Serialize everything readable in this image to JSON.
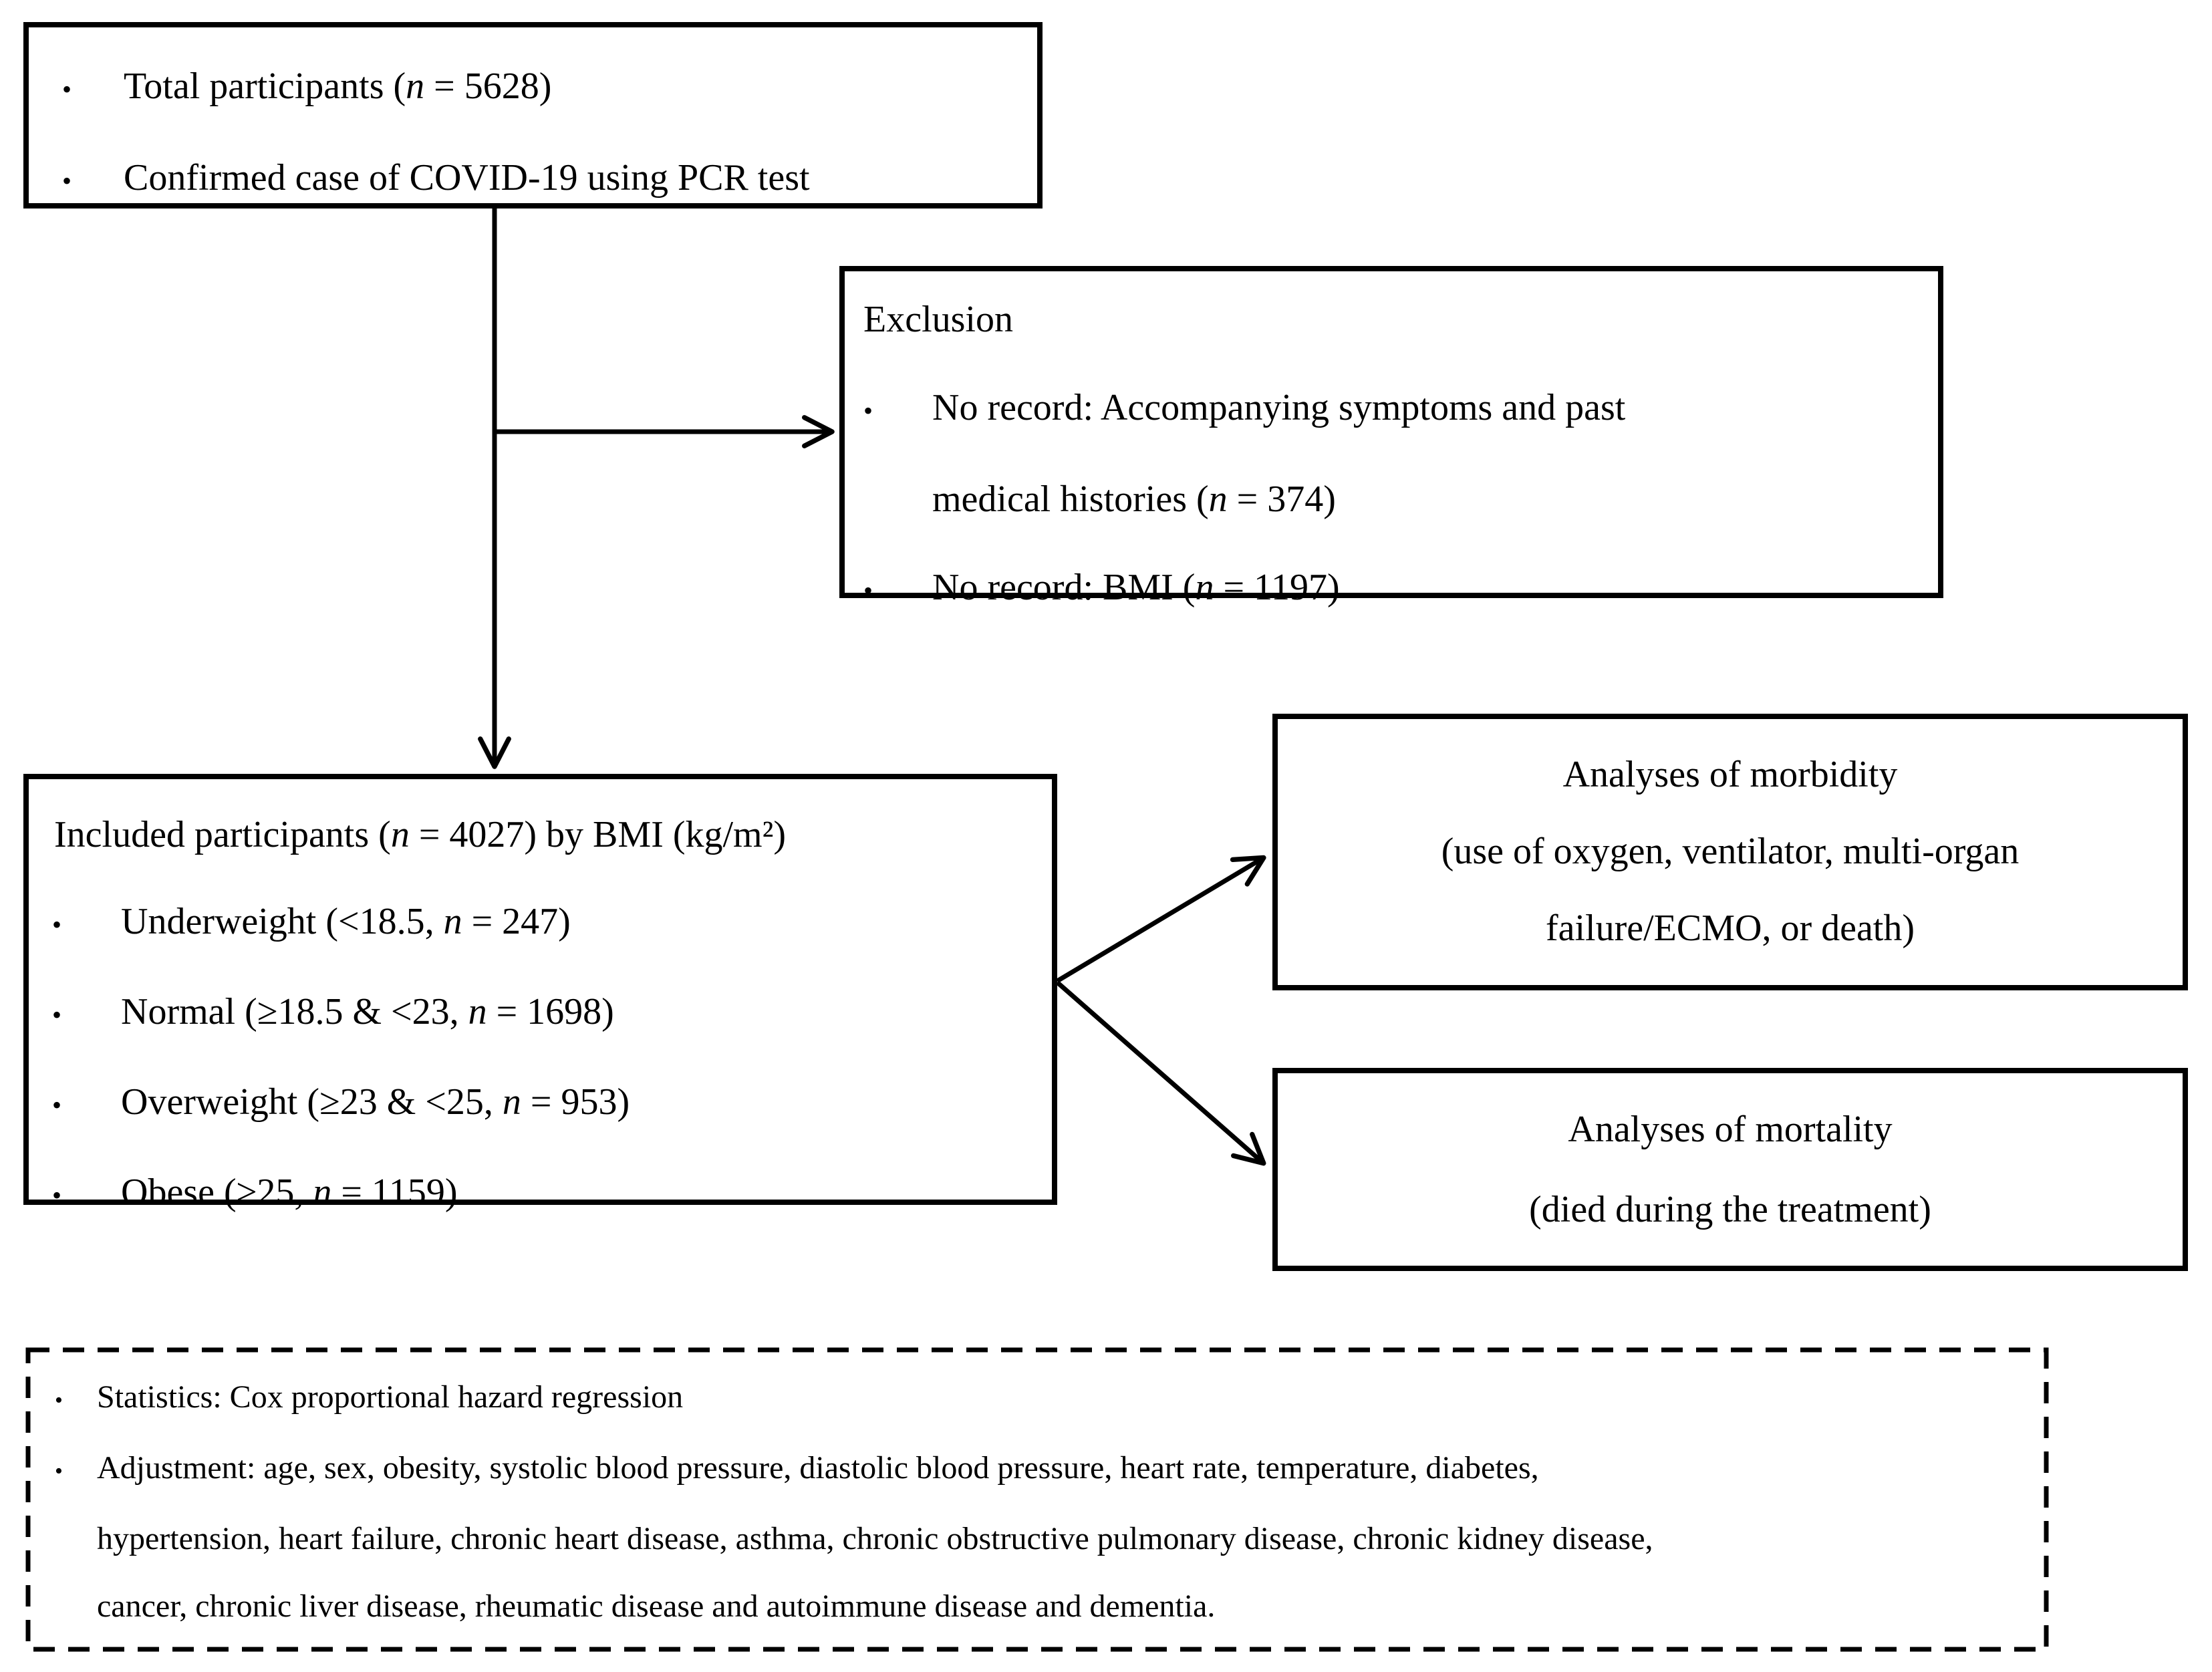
{
  "glyphs": {
    "bullet": "•"
  },
  "colors": {
    "ink": "#000000",
    "background": "#ffffff"
  },
  "diagram": {
    "box_total": {
      "bullet1": {
        "pre": "Total participants (",
        "n": "n",
        "post": " = 5628)"
      },
      "bullet2": {
        "text": "Confirmed case of COVID-19 using PCR test"
      }
    },
    "box_exclusion": {
      "title": "Exclusion",
      "bullet1_line1": "No record: Accompanying symptoms and past",
      "bullet1_line2": {
        "pre": "medical histories (",
        "n": "n",
        "post": " = 374)"
      },
      "bullet2": {
        "pre": "No record: BMI (",
        "n": "n",
        "post": " = 1197)"
      }
    },
    "box_included": {
      "title": {
        "pre": "Included participants (",
        "n": "n",
        "post": " = 4027) by BMI (kg/m²)"
      },
      "bullet1": {
        "pre": "Underweight (<18.5, ",
        "n": "n",
        "post": " = 247)"
      },
      "bullet2": {
        "pre": "Normal (≥18.5 & <23, ",
        "n": "n",
        "post": " = 1698)"
      },
      "bullet3": {
        "pre": "Overweight (≥23 & <25, ",
        "n": "n",
        "post": " = 953)"
      },
      "bullet4": {
        "pre": "Obese (≥25, ",
        "n": "n",
        "post": " = 1159)"
      }
    },
    "box_morbidity": {
      "line1": "Analyses of morbidity",
      "line2": "(use of oxygen, ventilator, multi-organ",
      "line3": "failure/ECMO, or death)"
    },
    "box_mortality": {
      "line1": "Analyses of mortality",
      "line2": "(died during the treatment)"
    },
    "box_methods": {
      "bullet1": "Statistics: Cox proportional hazard regression",
      "bullet2_line1": "Adjustment: age, sex, obesity, systolic blood pressure, diastolic blood pressure, heart rate, temperature, diabetes,",
      "bullet2_line2": "hypertension, heart failure, chronic heart disease, asthma, chronic obstructive pulmonary disease, chronic kidney disease,",
      "bullet2_line3": "cancer, chronic liver disease, rheumatic disease and autoimmune disease and dementia."
    }
  }
}
